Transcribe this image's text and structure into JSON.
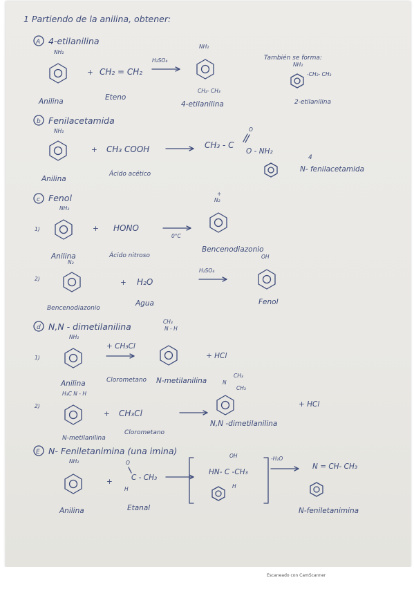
{
  "title": "1  Partiendo de la anilina, obtener:",
  "common": {
    "nh2": "NH₂",
    "plus": "+",
    "anilina": "Anilina",
    "hcl": "+ HCl"
  },
  "section_a": {
    "letter": "A",
    "header": "4-etilanilina",
    "reagent": "CH₂ = CH₂",
    "reagent_label": "Eteno",
    "condition": "H₂SO₄",
    "product_top": "NH₂",
    "product_sub": "CH₂- CH₃",
    "product_label": "4-etilanilina",
    "side_text": "También se forma:",
    "side_nh2": "NH₂",
    "side_sub": "-CH₂- CH₃",
    "side_label": "2-etilanilina"
  },
  "section_b": {
    "letter": "b",
    "header": "Fenilacetamida",
    "reagent": "CH₃ COOH",
    "reagent_label": "Ácido acético",
    "product_left": "CH₃ - C",
    "product_o": "O",
    "product_right": "O - NH₂",
    "mark": "4",
    "product_label": "N- fenilacetamida"
  },
  "section_c": {
    "letter": "c",
    "header": "Fenol",
    "step1": "1)",
    "reagent1": "HONO",
    "reagent1_label": "Ácido nitroso",
    "condition1": "0°C",
    "diazonium_top": "N₂",
    "diazonium_plus": "+",
    "diazonium_label": "Bencenodiazonio",
    "step2": "2)",
    "diazonium_top2": "N₂",
    "reactant2_label": "Bencenodiazonio",
    "reagent2": "H₂O",
    "reagent2_label": "Agua",
    "condition2": "H₂SO₄",
    "product_top": "OH",
    "product_label": "Fenol"
  },
  "section_d": {
    "letter": "d",
    "header": "N,N - dimetilanilina",
    "step1": "1)",
    "reagent1": "+ CH₃Cl",
    "reagent1_label": "Clorometano",
    "prod1_ch3": "CH₃",
    "prod1_nh": "N - H",
    "prod1_label": "N-metilanilina",
    "step2": "2)",
    "react2_top": "H₃C  N - H",
    "react2_label": "N-metilanilina",
    "reagent2": "CH₃Cl",
    "reagent2_label": "Clorometano",
    "prod2_ch3a": "CH₃",
    "prod2_n": "N",
    "prod2_ch3b": "CH₃",
    "prod2_label": "N,N -dimetilanilina"
  },
  "section_e": {
    "letter": "E",
    "header": "N- Feniletanimina  (una imina)",
    "reagent_o": "O",
    "reagent_h": "H",
    "reagent_main": "C - CH₃",
    "reagent_label": "Etanal",
    "inter_oh": "OH",
    "inter_main": "HN- C -CH₃",
    "inter_h": "H",
    "condition": "-H₂O",
    "product_top": "N = CH- CH₃",
    "product_label": "N-feniletanimina"
  },
  "footer": "Escaneado con CamScanner"
}
